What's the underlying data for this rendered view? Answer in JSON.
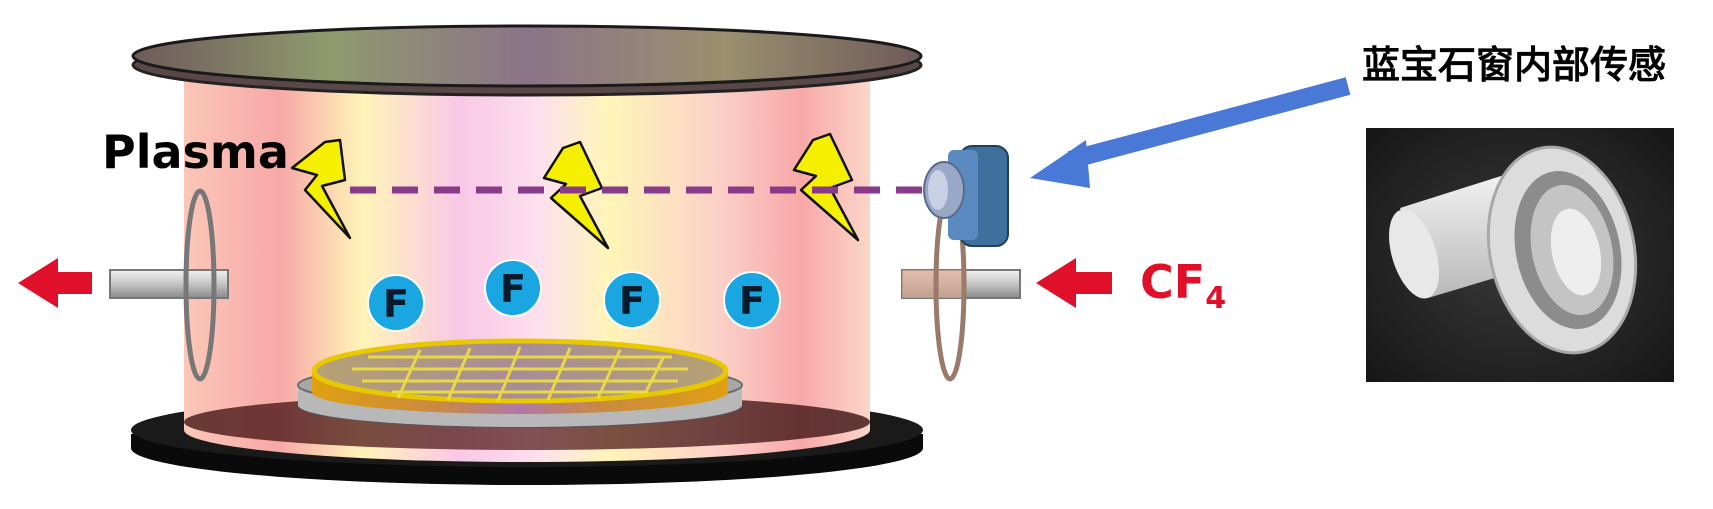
{
  "labels": {
    "plasma": "Plasma",
    "gas_main": "CF",
    "gas_subscript": "4",
    "sensor": "蓝宝石窗内部传感",
    "radical": "F"
  },
  "radical_count": 4,
  "colors": {
    "arrow_red": "#e0102a",
    "arrow_blue": "#4a78d6",
    "radical_fill": "#1aa6e0",
    "lightning": "#f5f000",
    "beam": "#8a3a8a",
    "sensor_blue": "#3f6f9c"
  },
  "icons": {
    "lightning": "lightning-bolt-icon",
    "gas_out": "arrow-left-icon",
    "gas_in": "arrow-left-icon",
    "sensor_pointer": "arrow-left-icon"
  }
}
